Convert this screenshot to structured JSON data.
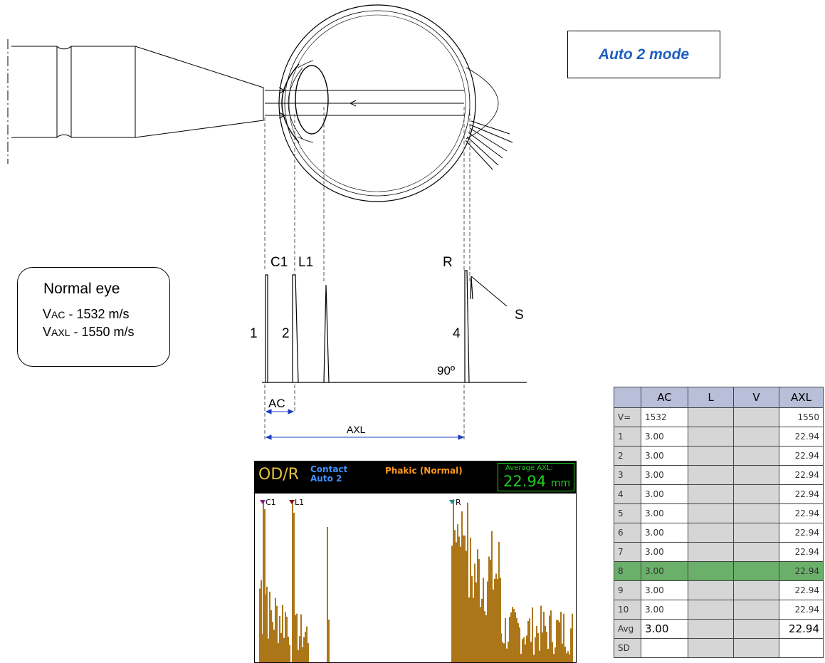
{
  "mode_label": "Auto 2  mode",
  "normal_eye": {
    "title": "Normal eye",
    "v_ac_main": "V",
    "v_ac_sub": "AC",
    "v_ac_value": " - 1532 m/s",
    "v_axl_main": "V",
    "v_axl_sub": "AXL",
    "v_axl_value": " - 1550 m/s"
  },
  "diagram_labels": {
    "c1": "C1",
    "l1": "L1",
    "r": "R",
    "s": "S",
    "n1": "1",
    "n2": "2",
    "n4": "4",
    "angle": "90º",
    "ac": "AC",
    "axl": "AXL"
  },
  "ascan": {
    "eye": "OD/R",
    "contact": "Contact",
    "mode": "Auto 2",
    "lens": "Phakic (Normal)",
    "avg_label": "Average AXL:",
    "avg_value": "22.94",
    "avg_unit": "mm",
    "marker_c1": "C1",
    "marker_l1": "L1",
    "marker_r": "R",
    "colors": {
      "fill": "#8b3a06",
      "trace": "#e8e83a",
      "c1_marker": "#8a1f8a",
      "l1_marker": "#8a1010",
      "r_marker": "#1a8a8a"
    }
  },
  "table": {
    "headers": [
      "",
      "AC",
      "L",
      "V",
      "AXL"
    ],
    "velocity": {
      "label": "V=",
      "ac": "1532",
      "l": "",
      "v": "",
      "axl": "1550"
    },
    "rows": [
      {
        "n": "1",
        "ac": "3.00",
        "axl": "22.94"
      },
      {
        "n": "2",
        "ac": "3.00",
        "axl": "22.94"
      },
      {
        "n": "3",
        "ac": "3.00",
        "axl": "22.94"
      },
      {
        "n": "4",
        "ac": "3.00",
        "axl": "22.94"
      },
      {
        "n": "5",
        "ac": "3.00",
        "axl": "22.94"
      },
      {
        "n": "6",
        "ac": "3.00",
        "axl": "22.94"
      },
      {
        "n": "7",
        "ac": "3.00",
        "axl": "22.94"
      },
      {
        "n": "8",
        "ac": "3.00",
        "axl": "22.94"
      },
      {
        "n": "9",
        "ac": "3.00",
        "axl": "22.94"
      },
      {
        "n": "10",
        "ac": "3.00",
        "axl": "22.94"
      }
    ],
    "avg": {
      "label": "Avg",
      "ac": "3.00",
      "axl": "22.94"
    },
    "sd": {
      "label": "SD"
    },
    "highlight_color": "#6aaf6a"
  }
}
